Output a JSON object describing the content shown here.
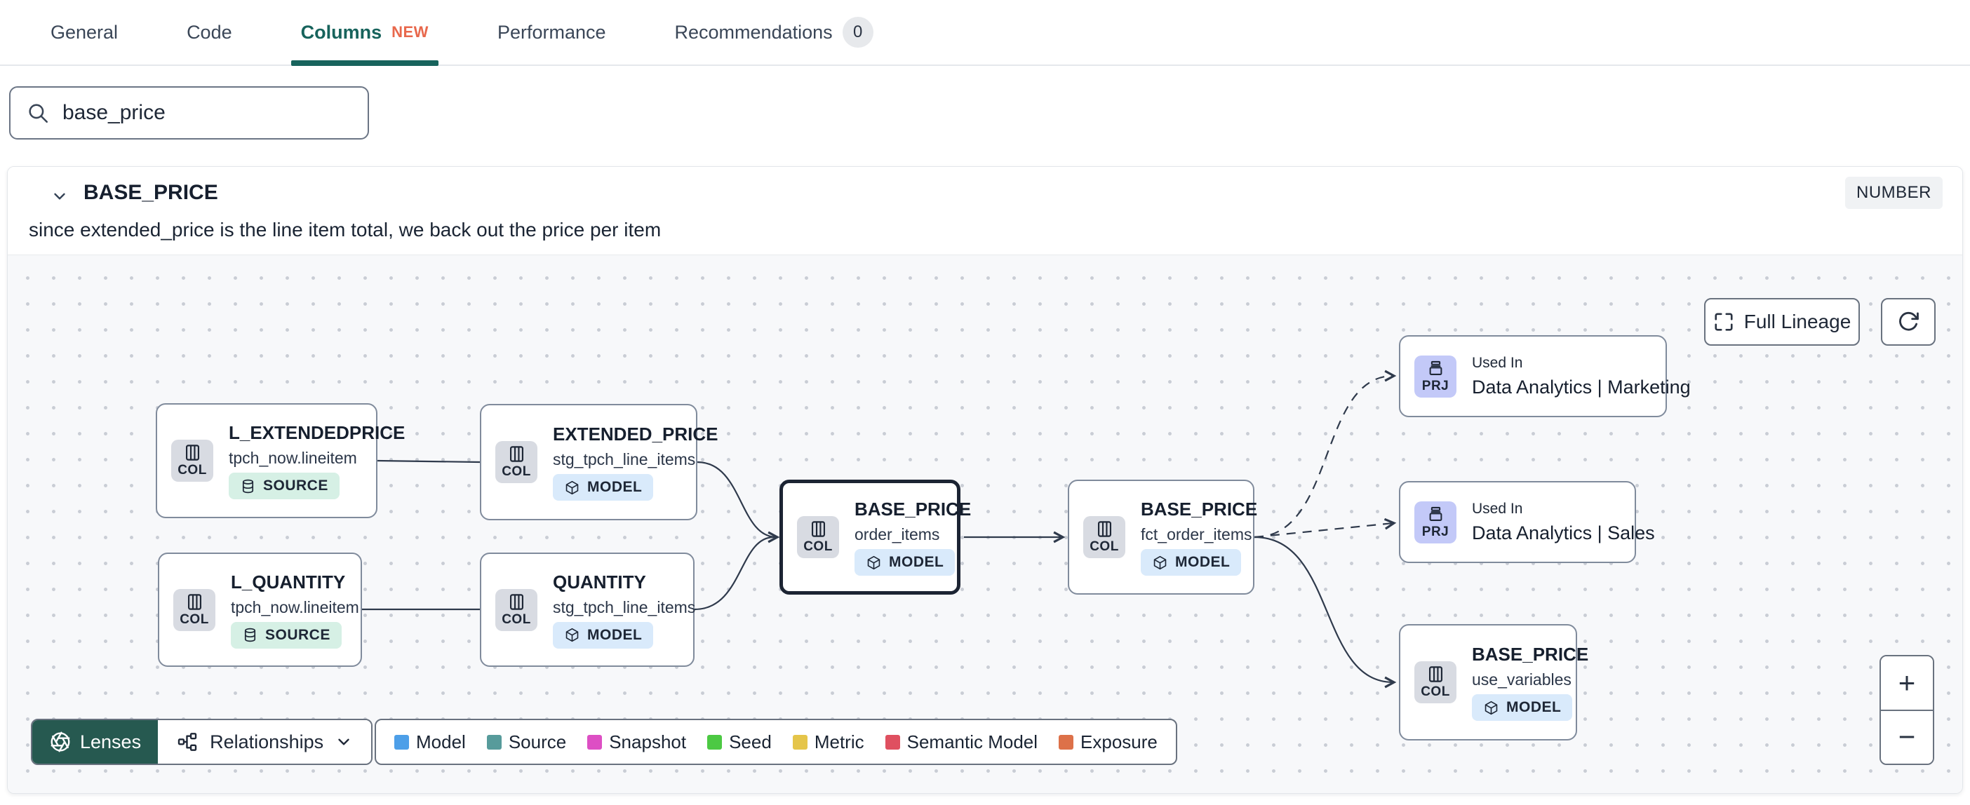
{
  "tabs": {
    "items": [
      {
        "label": "General"
      },
      {
        "label": "Code"
      },
      {
        "label": "Columns",
        "badge": "NEW",
        "active": true
      },
      {
        "label": "Performance"
      },
      {
        "label": "Recommendations",
        "count": "0"
      }
    ]
  },
  "search": {
    "value": "base_price"
  },
  "column_panel": {
    "name": "BASE_PRICE",
    "type_badge": "NUMBER",
    "description": "since extended_price is the line item total, we back out the price per item"
  },
  "lineage": {
    "controls": {
      "full_lineage_label": "Full Lineage"
    },
    "nodes": [
      {
        "title": "L_EXTENDEDPRICE",
        "subtitle": "tpch_now.lineitem",
        "chip": "COL",
        "badge": "SOURCE"
      },
      {
        "title": "EXTENDED_PRICE",
        "subtitle": "stg_tpch_line_items",
        "chip": "COL",
        "badge": "MODEL"
      },
      {
        "title": "L_QUANTITY",
        "subtitle": "tpch_now.lineitem",
        "chip": "COL",
        "badge": "SOURCE"
      },
      {
        "title": "QUANTITY",
        "subtitle": "stg_tpch_line_items",
        "chip": "COL",
        "badge": "MODEL"
      },
      {
        "title": "BASE_PRICE",
        "subtitle": "order_items",
        "chip": "COL",
        "badge": "MODEL",
        "selected": true
      },
      {
        "title": "BASE_PRICE",
        "subtitle": "fct_order_items",
        "chip": "COL",
        "badge": "MODEL"
      },
      {
        "label": "Used In",
        "title": "Data Analytics | Marketing",
        "chip": "PRJ"
      },
      {
        "label": "Used In",
        "title": "Data Analytics | Sales",
        "chip": "PRJ"
      },
      {
        "title": "BASE_PRICE",
        "subtitle": "use_variables",
        "chip": "COL",
        "badge": "MODEL"
      }
    ],
    "toolbar": {
      "lenses_label": "Lenses",
      "relationships_label": "Relationships"
    },
    "legend": {
      "items": [
        {
          "label": "Model",
          "color": "#4D9FE8"
        },
        {
          "label": "Source",
          "color": "#579B9B"
        },
        {
          "label": "Snapshot",
          "color": "#DD4FC4"
        },
        {
          "label": "Seed",
          "color": "#4CC943"
        },
        {
          "label": "Metric",
          "color": "#E5C54A"
        },
        {
          "label": "Semantic Model",
          "color": "#DF5060"
        },
        {
          "label": "Exposure",
          "color": "#DD7149"
        }
      ]
    },
    "zoom": {
      "in": "+",
      "out": "−"
    }
  },
  "colors": {
    "active_tab": "#17635C",
    "new_badge": "#E8684C",
    "lenses_button": "#265950",
    "model_badge_bg": "#D9EAFB",
    "source_badge_bg": "#D6F0E5",
    "project_chip_bg": "#C3C9F8",
    "column_chip_bg": "#D8DBE2"
  }
}
